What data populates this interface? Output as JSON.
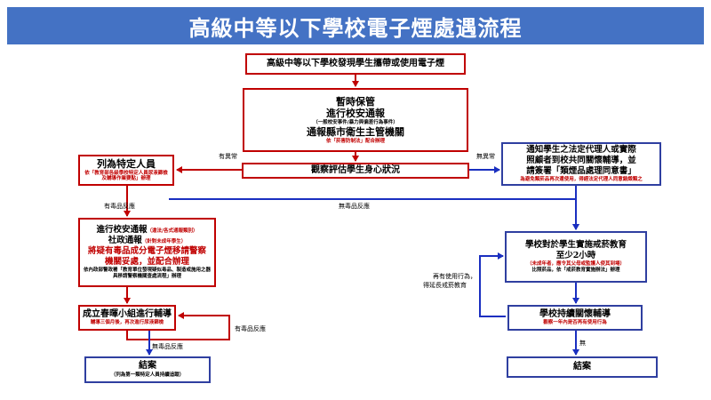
{
  "title": "高級中等以下學校電子煙處遇流程",
  "boxes": {
    "discover": "高級中等以下學校發現學生攜帶或使用電子煙",
    "custody": {
      "line1": "暫時保管",
      "line2": "進行校安通報",
      "note1": "（一般校安事件/暴力與偏差行為事件）",
      "line3": "通報縣市衛生主管機關",
      "note2": "依「菸害防制法」配合辦理"
    },
    "observe": "觀察評估學生身心狀況",
    "designated": {
      "line1": "列為特定人員",
      "note": "依「教育部各級學校特定人員尿液篩檢及輔導作業要點」辦理"
    },
    "notify": {
      "line1": "通知學生之法定代理人或實際",
      "line2": "照顧者到校共同關懷輔導，並",
      "line3": "請簽署「類煙品處理同意書」",
      "note": "為避免類菸品再次遭使用，得經法定代理人同意銷燬類之"
    },
    "report": {
      "line1": "進行校安通報",
      "line1_note": "（違法/各式通報類別）",
      "line2": "社政通報",
      "line2_note": "（針對未成年學生）",
      "red1": "將疑有毒品成分電子煙移請警察",
      "red2": "機關妥處，並配合辦理",
      "note": "依內政部警政署「教育單位發現疑似毒品、製造或施用之器具移請警察機關查處流程」辦理"
    },
    "education": {
      "line1": "學校對於學生實施戒菸教育",
      "line2": "至少2小時",
      "note1": "（未成年者，應令其父母或監護人使其到場）",
      "note2": "比照菸品，依「戒菸教育實施辦法」辦理"
    },
    "spring": {
      "line1": "成立春暉小組進行輔導",
      "note": "輔導三個月後，再次進行尿液篩檢"
    },
    "care": {
      "line1": "學校持續關懷輔導",
      "note": "觀察一年內是否再有使用行為"
    },
    "close_left": {
      "line1": "結案",
      "note": "（列為第一類特定人員持續追蹤）"
    },
    "close_right": {
      "line1": "結案"
    }
  },
  "labels": {
    "abnormal": "有異常",
    "normal": "無異常",
    "drug_positive": "有毒品反應",
    "drug_negative_mid": "無毒品反應",
    "drug_positive_loop": "有毒品反應",
    "drug_negative_bottom": "無毒品反應",
    "repeat_use_1": "再有使用行為，",
    "repeat_use_2": "得延長戒菸教育",
    "none": "無"
  },
  "colors": {
    "banner": "#4472c4",
    "red_border": "#c00000",
    "blue_border": "#2f3fa0",
    "arrow_red": "#c00000",
    "arrow_blue": "#1a2fc0",
    "note_red": "#c00000"
  }
}
